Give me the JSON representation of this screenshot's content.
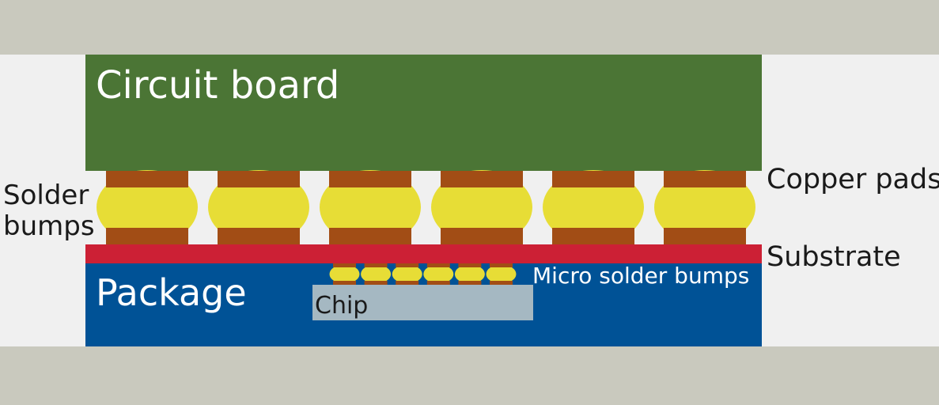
{
  "labels": {
    "circuit_board": "Circuit board",
    "solder_bumps_line1": "Solder",
    "solder_bumps_line2": "bumps",
    "copper_pads": "Copper pads",
    "substrate": "Substrate",
    "package": "Package",
    "micro_solder_bumps": "Micro solder bumps",
    "chip": "Chip"
  },
  "colors": {
    "outer_band": "#c9c9be",
    "background": "#f0f0f0",
    "circuit_board": "#4b7535",
    "copper": "#a24d15",
    "solder": "#e7dd36",
    "substrate": "#cc2035",
    "package": "#005296",
    "chip": "#a5b8c2",
    "text_dark": "#1a1a1a",
    "text_light": "#ffffff"
  },
  "solder_bump_count": 6,
  "micro_bump_count": 6
}
